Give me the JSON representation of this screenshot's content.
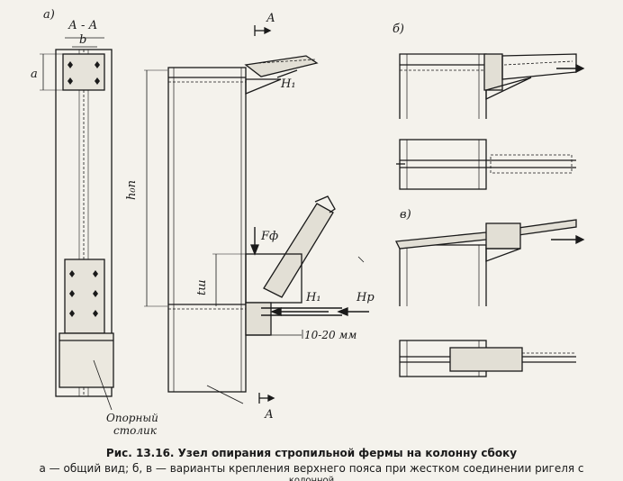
{
  "panel_labels": {
    "a": "а)",
    "b": "б)",
    "v": "в)"
  },
  "dims": {
    "section_label": "А - А",
    "b": "b",
    "a": "a",
    "h_op": "h₀п",
    "t_sh": "tш",
    "gap": "10-20 мм"
  },
  "forces": {
    "H1_top": "H₁",
    "F_phi": "Fф",
    "H1_mid": "H₁",
    "H_p": "Hр"
  },
  "section_marks": {
    "top": "А",
    "bottom": "А"
  },
  "callout": {
    "line1": "Опорный",
    "line2": "столик"
  },
  "caption": {
    "title": "Рис. 13.16. Узел опирания стропильной фермы на колонну сбоку",
    "subtitle": "а — общий вид; б, в — варианты крепления верхнего пояса при жестком соединении ригеля с",
    "continuation": "колонной"
  },
  "colors": {
    "ink": "#1a1a1a",
    "paper": "#f4f2ec"
  }
}
